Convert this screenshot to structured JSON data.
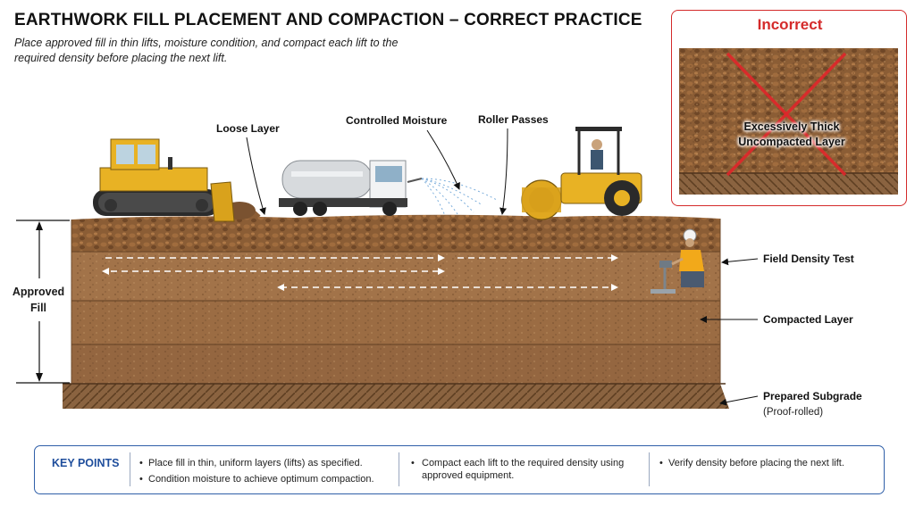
{
  "header": {
    "title": "EARTHWORK FILL PLACEMENT AND COMPACTION – CORRECT PRACTICE",
    "subtitle": "Place approved fill in thin lifts, moisture condition, and compact each lift to the required density before placing the next lift."
  },
  "callouts": {
    "loose_layer": "Loose Layer",
    "controlled_moisture": "Controlled Moisture",
    "roller_passes": "Roller Passes",
    "field_density_test": "Field Density Test",
    "compacted_layer": "Compacted Layer",
    "prepared_subgrade": "Prepared Subgrade",
    "prepared_subgrade_note": "(Proof-rolled)",
    "approved_fill_line1": "Approved",
    "approved_fill_line2": "Fill"
  },
  "incorrect": {
    "title": "Incorrect",
    "label_line1": "Excessively Thick",
    "label_line2": "Uncompacted Layer"
  },
  "key_points": {
    "title": "KEY POINTS",
    "items": [
      "Place fill in thin, uniform layers (lifts) as specified.",
      "Condition moisture to achieve optimum compaction.",
      "Compact each lift to the required density using approved equipment.",
      "Verify density before placing the next lift."
    ]
  },
  "colors": {
    "accent_red": "#d42a2a",
    "accent_blue": "#2f5fa8",
    "soil_light": "#a4764a",
    "soil_dark": "#7a5230",
    "machine_yellow": "#e8b224"
  }
}
